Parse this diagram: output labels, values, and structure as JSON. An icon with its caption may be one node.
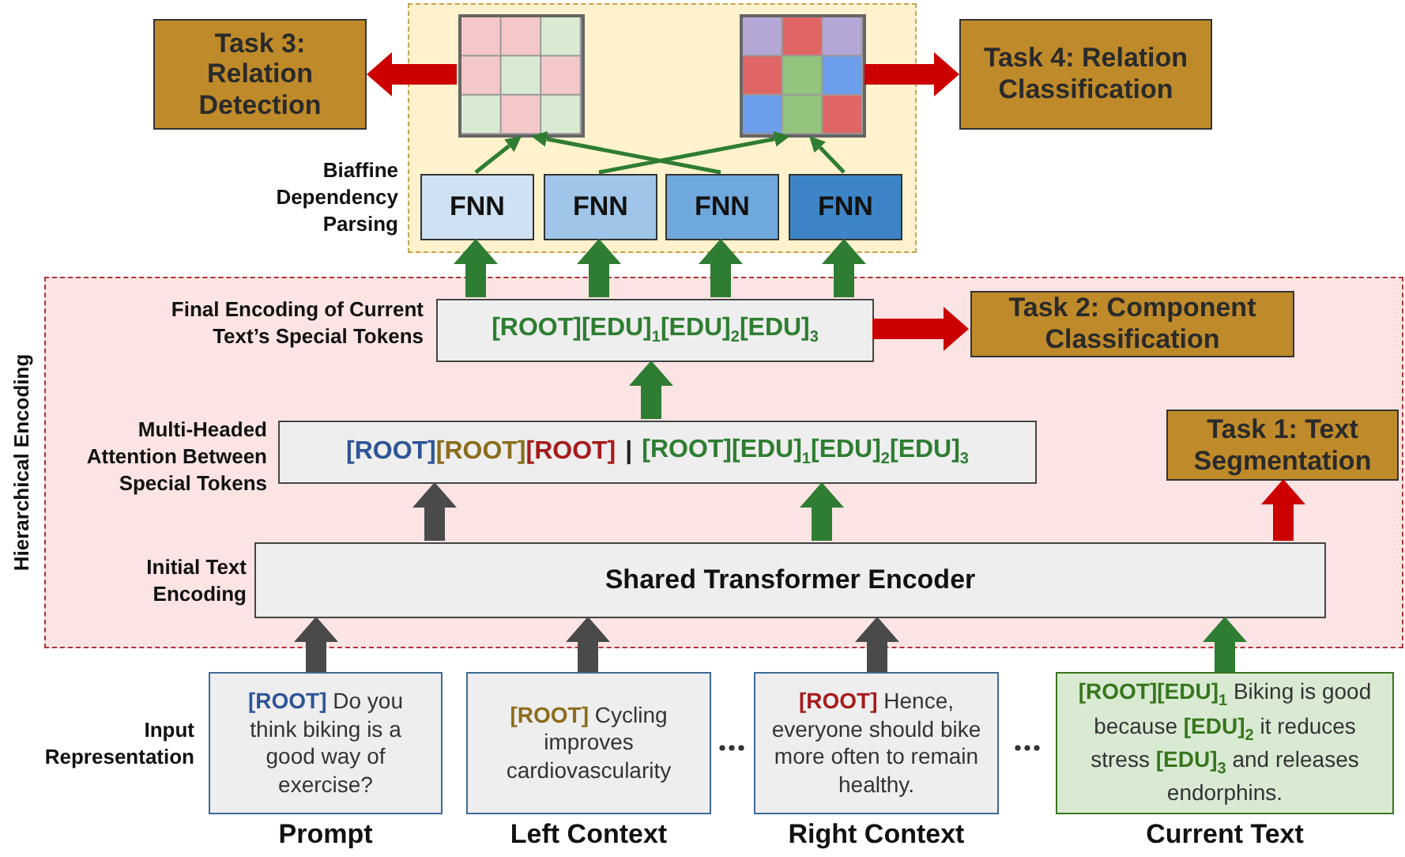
{
  "diagram": {
    "nodes": [
      {
        "text": [
          "Task 3: Relation Detection"
        ]
      },
      {
        "text": [
          "Biaffine Dependency Parsing"
        ]
      },
      {
        "text": [],
        "shape": "picture",
        "in": 1
      },
      {
        "text": [],
        "shape": "picture",
        "in": 1
      },
      {
        "text": [
          "Task 4: Relation Classification"
        ]
      },
      {
        "text": [
          "FNN"
        ],
        "in": 1
      },
      {
        "text": [
          "FNN"
        ],
        "in": 1
      },
      {
        "text": [
          "FNN"
        ],
        "in": 1
      },
      {
        "text": [
          "FNN"
        ],
        "in": 1
      },
      {
        "text": [
          "Hierarchical Encoding"
        ]
      },
      {
        "text": [
          "[ROOT][EDU]$_{1}$[EDU]$_{2}$[EDU]$_{3}$"
        ],
        "beside": [
          "Final Encoding of Current Text’s Special Tokens"
        ],
        "in": 9
      },
      {
        "text": [
          "Task 2: Component Classification"
        ],
        "in": 9
      },
      {
        "text": [
          "[ROOT]",
          "[ROOT]",
          "[ROOT]",
          "|",
          "[ROOT][EDU]$_{1}$[EDU]$_{2}$[EDU]$_{3}$"
        ],
        "beside": [
          "Multi-Headed Attention Between Special Tokens"
        ],
        "in": 9
      },
      {
        "text": [
          "Task 1: Text Segmentation"
        ],
        "in": 9
      },
      {
        "text": [
          "Shared Transformer Encoder"
        ],
        "beside": [
          "Initial Text Encoding"
        ],
        "in": 9
      },
      {
        "text": [
          "**[ROOT]** Do you think biking is a good way of exercise?"
        ],
        "beside": [
          "Prompt"
        ]
      },
      {
        "text": [
          "**[ROOT]** Cycling improves cardiovascularity"
        ],
        "beside": [
          "Left Context"
        ]
      },
      {
        "text": [
          "**[ROOT]** Hence, everyone should bike more often to remain healthy."
        ],
        "beside": [
          "Right Context"
        ]
      },
      {
        "text": [
          "**[ROOT][EDU]**$_{1}$ Biking is good because **[EDU]**$_{2}$ it reduces stress **[EDU]**$_{3}$ and releases endorphins."
        ],
        "beside": [
          "Current Text"
        ]
      }
    ],
    "edges": [
      {
        "from": 2,
        "to": 0,
        "arrow": "to",
        "color": "#cc0000"
      },
      {
        "from": 3,
        "to": 4,
        "arrow": "to",
        "color": "#cc0000"
      },
      {
        "from": 5,
        "to": 2,
        "arrow": "to"
      },
      {
        "from": 6,
        "to": 3,
        "arrow": "to"
      },
      {
        "from": 7,
        "to": 2,
        "arrow": "to"
      },
      {
        "from": 8,
        "to": 3,
        "arrow": "to"
      },
      {
        "from": 10,
        "to": 5,
        "arrow": "to"
      },
      {
        "from": 10,
        "to": 6,
        "arrow": "to"
      },
      {
        "from": 10,
        "to": 7,
        "arrow": "to"
      },
      {
        "from": 10,
        "to": 8,
        "arrow": "to"
      },
      {
        "from": 10,
        "to": 11,
        "arrow": "to",
        "color": "#cc0000"
      },
      {
        "from": 12,
        "to": 10,
        "arrow": "to"
      },
      {
        "from": 14,
        "to": 12,
        "arrow": "to",
        "color": "#4a4a4a"
      },
      {
        "from": 14,
        "to": 12,
        "arrow": "to"
      },
      {
        "from": 14,
        "to": 13,
        "arrow": "to",
        "color": "#cc0000"
      },
      {
        "from": 15,
        "to": 14,
        "arrow": "to",
        "color": "#4a4a4a"
      },
      {
        "from": 16,
        "to": 14,
        "arrow": "to",
        "color": "#4a4a4a"
      },
      {
        "from": 17,
        "to": 14,
        "arrow": "to",
        "color": "#4a4a4a"
      },
      {
        "from": 18,
        "to": 14,
        "arrow": "to"
      }
    ],
    "labels": [
      "Input Representation"
    ]
  }
}
